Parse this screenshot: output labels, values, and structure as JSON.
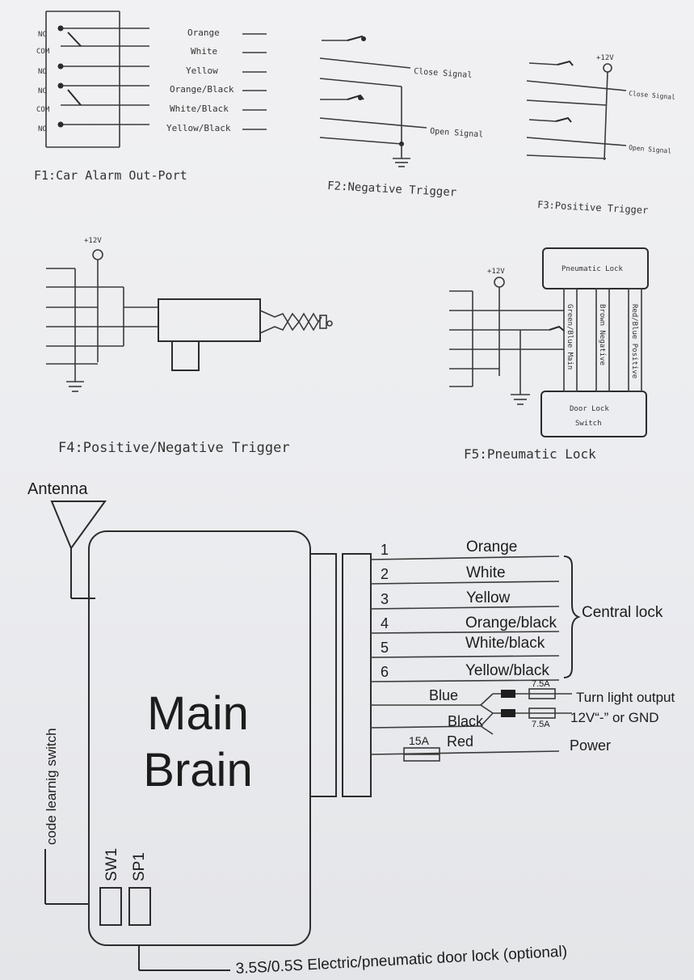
{
  "f1": {
    "caption": "F1:Car Alarm Out-Port",
    "terminals": [
      "NC",
      "COM",
      "NO",
      "NC",
      "COM",
      "NO"
    ],
    "wires": [
      "Orange",
      "White",
      "Yellow",
      "Orange/Black",
      "White/Black",
      "Yellow/Black"
    ]
  },
  "f2": {
    "caption": "F2:Negative Trigger",
    "close": "Close Signal",
    "open": "Open Signal"
  },
  "f3": {
    "caption": "F3:Positive Trigger",
    "v12": "+12V",
    "close": "Close Signal",
    "open": "Open Signal"
  },
  "f4": {
    "caption": "F4:Positive/Negative Trigger",
    "v12": "+12V"
  },
  "f5": {
    "caption": "F5:Pneumatic Lock",
    "v12": "+12V",
    "lock": "Pneumatic Lock",
    "switch_line1": "Door Lock",
    "switch_line2": "Switch",
    "wire1": "Green/Blue Main",
    "wire2": "Brown Negative",
    "wire3": "Red/Blue Positive"
  },
  "main": {
    "antenna": "Antenna",
    "title_line1": "Main",
    "title_line2": "Brain",
    "pins": [
      {
        "num": "1",
        "color": "Orange"
      },
      {
        "num": "2",
        "color": "White"
      },
      {
        "num": "3",
        "color": "Yellow"
      },
      {
        "num": "4",
        "color": "Orange/black"
      },
      {
        "num": "5",
        "color": "White/black"
      },
      {
        "num": "6",
        "color": "Yellow/black"
      }
    ],
    "central_lock": "Central lock",
    "blue": "Blue",
    "black": "Black",
    "fuse_small": "7.5A",
    "turn_light": "Turn light output",
    "turn_light2": "12V“-” or GND",
    "fuse_15": "15A",
    "red": "Red",
    "power": "Power",
    "code_switch": "code learnig switch",
    "sw1": "SW1",
    "sp1": "SP1",
    "door_lock": "3.5S/0.5S  Electric/pneumatic door lock (optional)"
  }
}
